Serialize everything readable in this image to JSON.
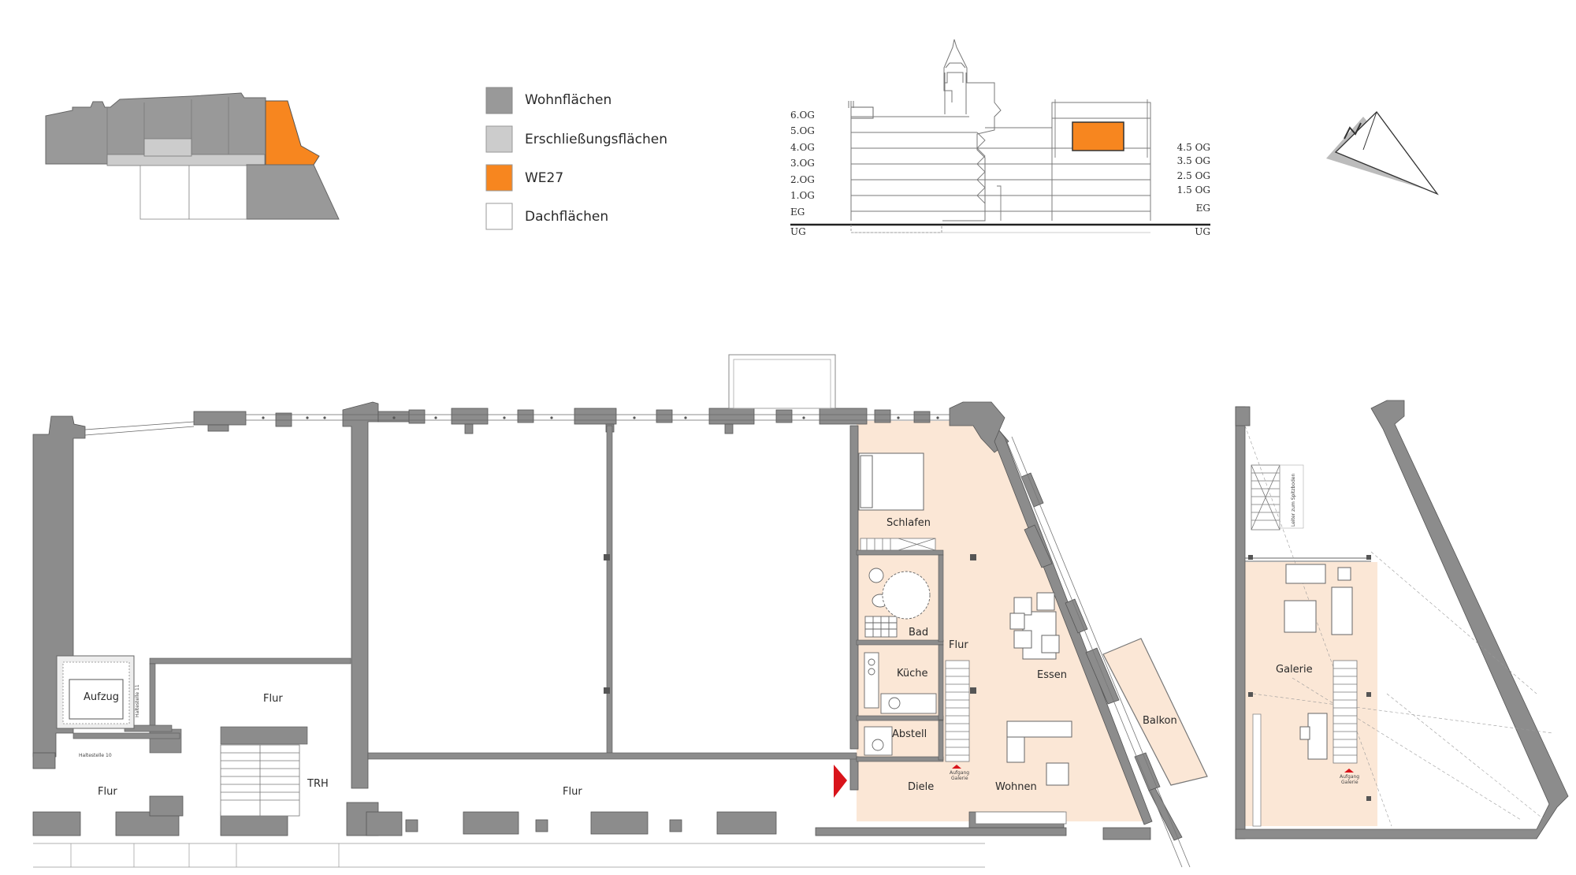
{
  "legend": {
    "items": [
      {
        "label": "Wohnflächen",
        "color": "#999999"
      },
      {
        "label": "Erschließungsflächen",
        "color": "#cccccc"
      },
      {
        "label": "WE27",
        "color": "#f7861f"
      },
      {
        "label": "Dachflächen",
        "color": "#ffffff"
      }
    ]
  },
  "section": {
    "levels_left": [
      "6.OG",
      "5.OG",
      "4.OG",
      "3.OG",
      "2.OG",
      "1.OG",
      "EG",
      "UG"
    ],
    "levels_right": [
      "4.5 OG",
      "3.5 OG",
      "2.5 OG",
      "1.5 OG",
      "EG",
      "UG"
    ]
  },
  "rooms": {
    "schlafen": "Schlafen",
    "bad": "Bad",
    "flur": "Flur",
    "kueche": "Küche",
    "essen": "Essen",
    "balkon": "Balkon",
    "abstell": "Abstell",
    "diele": "Diele",
    "wohnen": "Wohnen",
    "aufgang1": "Aufgang",
    "aufgang2": "Galerie",
    "galerie": "Galerie",
    "aufzug": "Aufzug",
    "flur_left_top": "Flur",
    "flur_left_bottom": "Flur",
    "trh": "TRH",
    "flur_middle": "Flur",
    "haltestelle_a": "Haltestelle 11",
    "haltestelle_b": "Haltestelle 10",
    "ladder_note": "Leiter zum Spitzboden"
  },
  "colors": {
    "wall": "#8c8c8c",
    "unit": "#fbe7d6",
    "highlight": "#f7861f",
    "line": "#6a6a6a",
    "entry": "#d9141b"
  }
}
